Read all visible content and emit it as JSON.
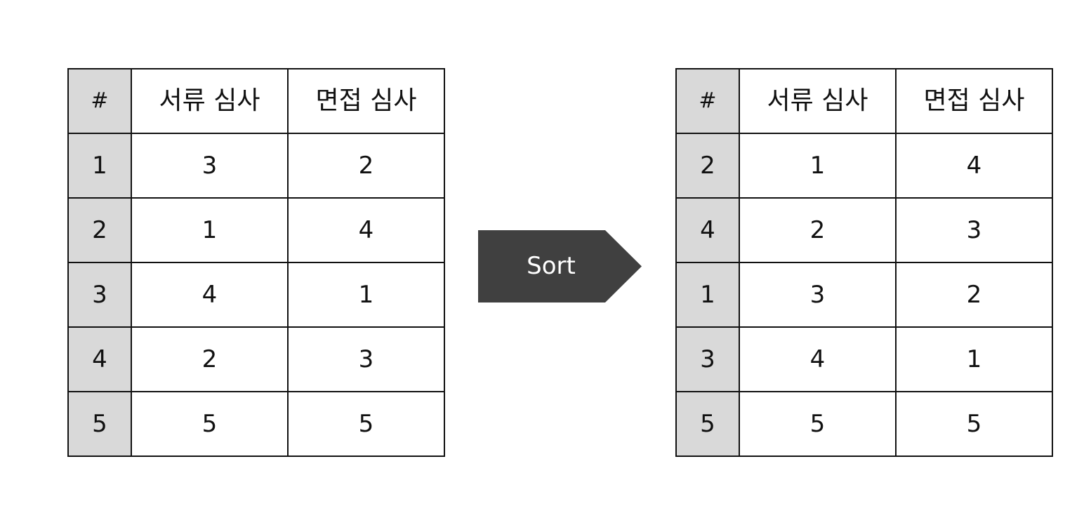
{
  "headers": {
    "index": "#",
    "document_review": "서류 심사",
    "interview_review": "면접 심사"
  },
  "before": {
    "rows": [
      {
        "id": "1",
        "document": "3",
        "interview": "2"
      },
      {
        "id": "2",
        "document": "1",
        "interview": "4"
      },
      {
        "id": "3",
        "document": "4",
        "interview": "1"
      },
      {
        "id": "4",
        "document": "2",
        "interview": "3"
      },
      {
        "id": "5",
        "document": "5",
        "interview": "5"
      }
    ]
  },
  "after": {
    "rows": [
      {
        "id": "2",
        "document": "1",
        "interview": "4"
      },
      {
        "id": "4",
        "document": "2",
        "interview": "3"
      },
      {
        "id": "1",
        "document": "3",
        "interview": "2"
      },
      {
        "id": "3",
        "document": "4",
        "interview": "1"
      },
      {
        "id": "5",
        "document": "5",
        "interview": "5"
      }
    ]
  },
  "arrow": {
    "label": "Sort",
    "color": "#404040"
  },
  "colors": {
    "index_column": "#d9d9d9",
    "border": "#111111"
  }
}
